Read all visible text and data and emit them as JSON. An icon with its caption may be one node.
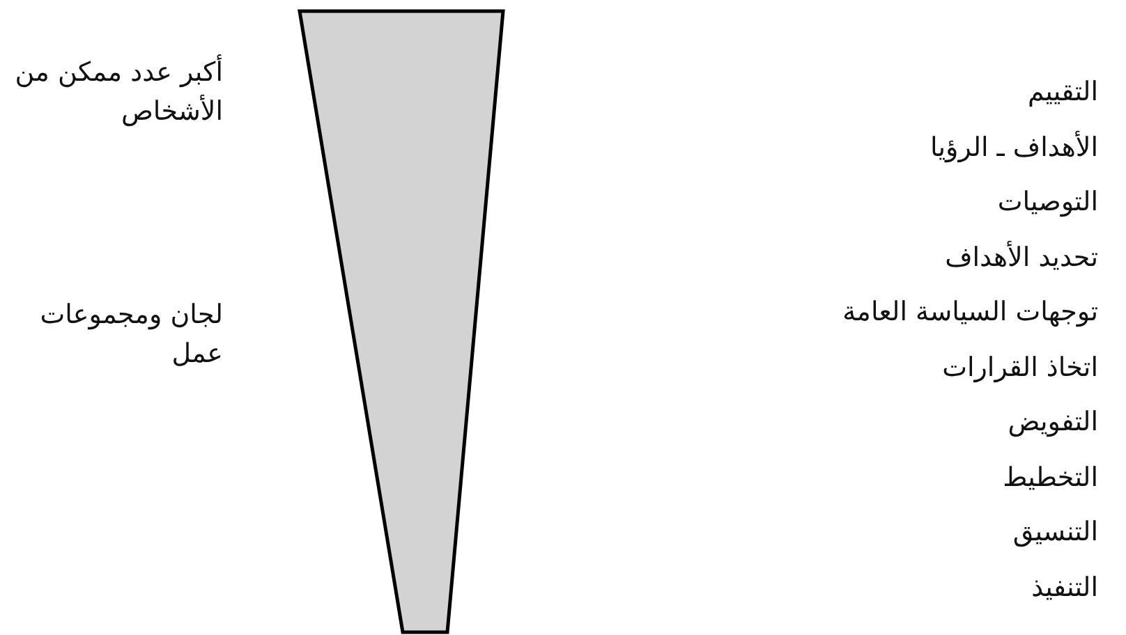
{
  "diagram": {
    "nodes": [
      {
        "text": [],
        "shape": "trapezoid",
        "beside": [
          "أكبر عدد ممكن من الأشخاص",
          "لجان ومجموعات عمل"
        ]
      }
    ],
    "labels": [
      "التقييم",
      "الأهداف ـ الرؤيا",
      "التوصيات",
      "تحديد الأهداف",
      "توجهات السياسة العامة",
      "اتخاذ القرارات",
      "التفويض",
      "التخطيط",
      "التنسيق",
      "التنفيذ"
    ]
  }
}
